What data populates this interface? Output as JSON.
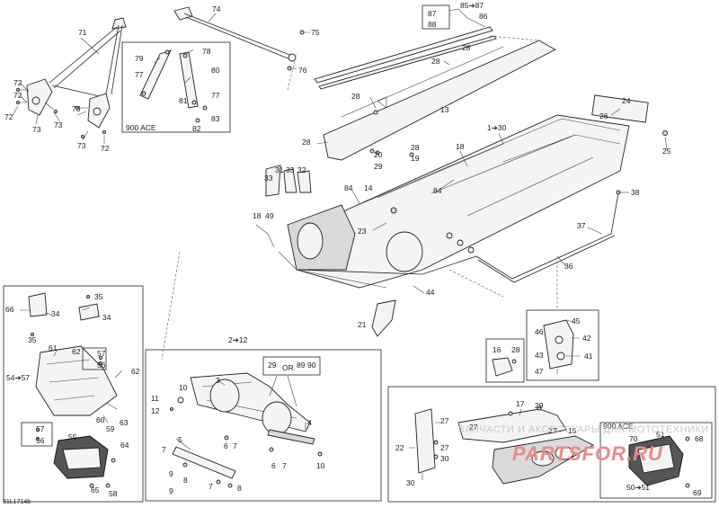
{
  "diagram_code": "31L1714b",
  "labels": {
    "p71": "71",
    "p72a": "72",
    "p72b": "72",
    "p72c": "72",
    "p72d": "72",
    "p73a": "73",
    "p73b": "73",
    "p73c": "73",
    "p73d": "73",
    "p74": "74",
    "p75": "75",
    "p76": "76",
    "p77a": "77",
    "p77b": "77",
    "p78": "78",
    "p79": "79",
    "p80": "80",
    "p81": "81",
    "p82": "82",
    "p83": "83",
    "p87": "87",
    "p88": "88",
    "p85to87": "85➔87",
    "p86": "86",
    "p28a": "28",
    "p28b": "28",
    "p28c": "28",
    "p28d": "28",
    "p28e": "28",
    "p13": "13",
    "p24": "24",
    "p26": "26",
    "p25": "25",
    "p1to30": "1➔30",
    "p18a": "18",
    "p20": "20",
    "p29a": "29",
    "p19": "19",
    "p31": "31",
    "p32": "32",
    "p33a": "33",
    "p33b": "33",
    "p84a": "84",
    "p84b": "84",
    "p14": "14",
    "p18b": "18",
    "p49": "49",
    "p23": "23",
    "p38": "38",
    "p37": "37",
    "p36": "36",
    "p44": "44",
    "p21": "21",
    "p35a": "35",
    "p35b": "35",
    "p66": "66",
    "p34a": "34",
    "p34b": "34",
    "p61": "61",
    "p62a": "62",
    "p62b": "62",
    "p57a": "57",
    "p56a": "56",
    "p54to57": "54➔57",
    "p60": "60",
    "p59": "59",
    "p63": "63",
    "p57b": "57",
    "p56b": "56",
    "p55": "55",
    "p64": "64",
    "p65": "65",
    "p58": "58",
    "p2to12": "2➔12",
    "p29b": "29",
    "p89": "89",
    "p90": "90",
    "or_label": "OR",
    "p3": "3",
    "p4": "4",
    "p10": "10",
    "p11": "11",
    "p12": "12",
    "p5": "5",
    "p6a": "6",
    "p7a": "7",
    "p6b": "6",
    "p7b": "7",
    "p7c": "7",
    "p8a": "8",
    "p8b": "8",
    "p9a": "9",
    "p9b": "9",
    "p10b": "10",
    "p7d": "7",
    "p16": "16",
    "p28f": "28",
    "p45": "45",
    "p46": "46",
    "p42": "42",
    "p43": "43",
    "p41": "41",
    "p47": "47",
    "p17": "17",
    "p29c": "29",
    "p27a": "27",
    "p27b": "27",
    "p27c": "27",
    "p27d": "27",
    "p22": "22",
    "p30a": "30",
    "p30b": "30",
    "p15": "15",
    "p70": "70",
    "p51": "51",
    "p68": "68",
    "p50to51": "50➔51",
    "p69": "69"
  },
  "box_titles": {
    "ace_top": "900 ACE",
    "ace_bottom": "900 ACE"
  },
  "watermark": {
    "text": "ЗАПЧАСТИ И АКСЕССУАРЫ ДЛЯ МОТОТЕХНИКИ",
    "logo": "PARTSFOR.RU"
  }
}
